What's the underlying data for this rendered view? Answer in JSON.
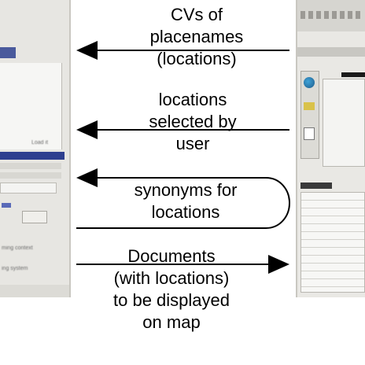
{
  "diagram": {
    "labels": [
      "CVs of\nplacenames\n(locations)",
      "locations\nselected by\nuser",
      "synonyms for\nlocations",
      "Documents\n(with locations)\nto be displayed\non map"
    ]
  },
  "left_panel": {
    "texts": [
      "Load it",
      "... ... ...",
      "... ... ...",
      "ming context",
      "ing system"
    ]
  },
  "colors": {
    "left_selection": "#2e3f8f",
    "left_header": "#4a5a9c",
    "right_dark": "#1a1a1a",
    "arrow": "#000000"
  }
}
